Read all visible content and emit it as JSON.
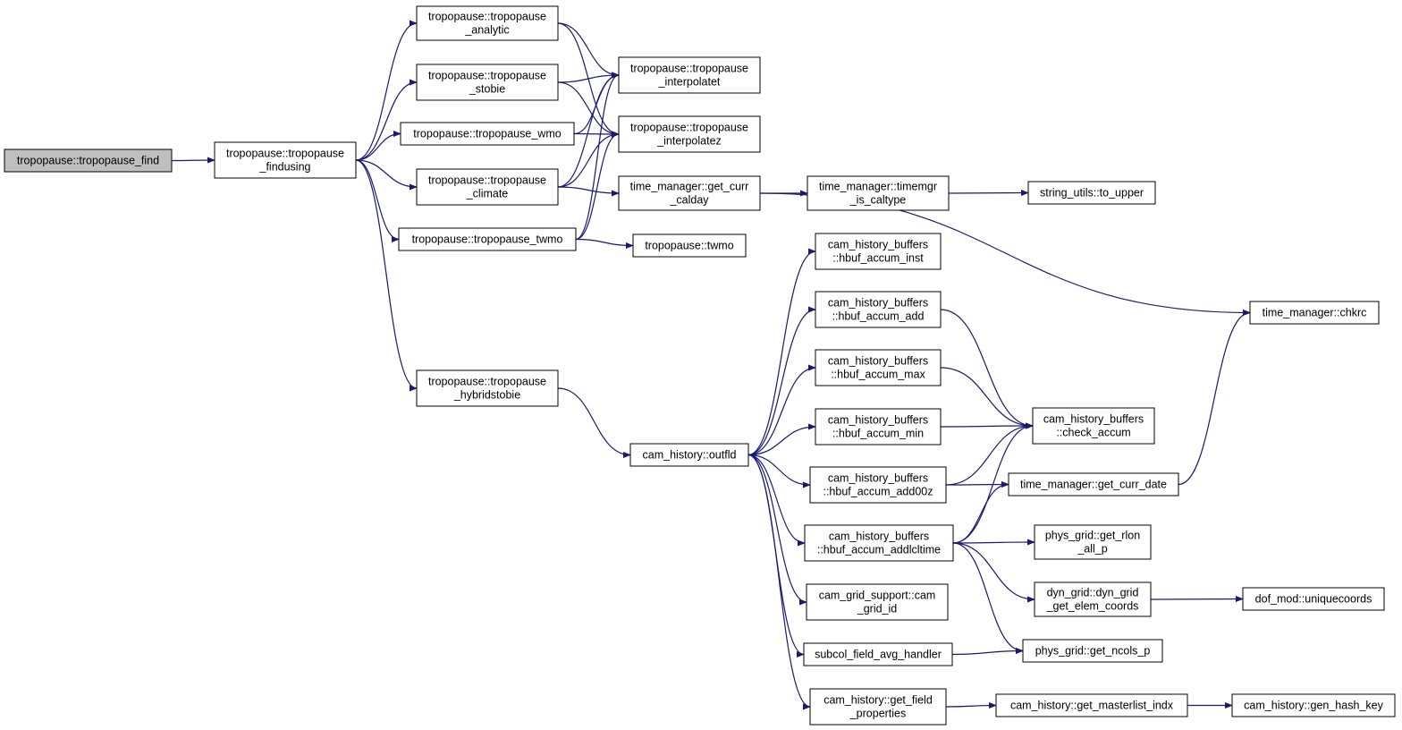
{
  "colors": {
    "edge": "#191970",
    "root_fill": "#bfbfbf",
    "node_fill": "#ffffff",
    "node_border": "#000000"
  },
  "nodes": {
    "find": [
      "tropopause::tropopause_find"
    ],
    "findusing": [
      "tropopause::tropopause",
      "_findusing"
    ],
    "analytic": [
      "tropopause::tropopause",
      "_analytic"
    ],
    "stobie": [
      "tropopause::tropopause",
      "_stobie"
    ],
    "wmo": [
      "tropopause::tropopause_wmo"
    ],
    "climate": [
      "tropopause::tropopause",
      "_climate"
    ],
    "twmo_fn": [
      "tropopause::tropopause_twmo"
    ],
    "hybrid": [
      "tropopause::tropopause",
      "_hybridstobie"
    ],
    "interp_t": [
      "tropopause::tropopause",
      "_interpolatet"
    ],
    "interp_z": [
      "tropopause::tropopause",
      "_interpolatez"
    ],
    "calday": [
      "time_manager::get_curr",
      "_calday"
    ],
    "twmo": [
      "tropopause::twmo"
    ],
    "caltype": [
      "time_manager::timemgr",
      "_is_caltype"
    ],
    "upper": [
      "string_utils::to_upper"
    ],
    "chkrc": [
      "time_manager::chkrc"
    ],
    "outfld": [
      "cam_history::outfld"
    ],
    "inst": [
      "cam_history_buffers",
      "::hbuf_accum_inst"
    ],
    "add": [
      "cam_history_buffers",
      "::hbuf_accum_add"
    ],
    "max": [
      "cam_history_buffers",
      "::hbuf_accum_max"
    ],
    "min": [
      "cam_history_buffers",
      "::hbuf_accum_min"
    ],
    "add00z": [
      "cam_history_buffers",
      "::hbuf_accum_add00z"
    ],
    "addlcl": [
      "cam_history_buffers",
      "::hbuf_accum_addlcltime"
    ],
    "gridid": [
      "cam_grid_support::cam",
      "_grid_id"
    ],
    "subcol": [
      "subcol_field_avg_handler"
    ],
    "fieldprops": [
      "cam_history::get_field",
      "_properties"
    ],
    "check": [
      "cam_history_buffers",
      "::check_accum"
    ],
    "currdate": [
      "time_manager::get_curr_date"
    ],
    "rlon": [
      "phys_grid::get_rlon",
      "_all_p"
    ],
    "elem": [
      "dyn_grid::dyn_grid",
      "_get_elem_coords"
    ],
    "ncols": [
      "phys_grid::get_ncols_p"
    ],
    "masterlist": [
      "cam_history::get_masterlist_indx"
    ],
    "unique": [
      "dof_mod::uniquecoords"
    ],
    "hash": [
      "cam_history::gen_hash_key"
    ]
  },
  "edges": [
    [
      "find",
      "findusing"
    ],
    [
      "findusing",
      "analytic"
    ],
    [
      "findusing",
      "stobie"
    ],
    [
      "findusing",
      "wmo"
    ],
    [
      "findusing",
      "climate"
    ],
    [
      "findusing",
      "twmo_fn"
    ],
    [
      "findusing",
      "hybrid"
    ],
    [
      "analytic",
      "interp_t"
    ],
    [
      "analytic",
      "interp_z"
    ],
    [
      "stobie",
      "interp_t"
    ],
    [
      "stobie",
      "interp_z"
    ],
    [
      "wmo",
      "interp_t"
    ],
    [
      "wmo",
      "interp_z"
    ],
    [
      "climate",
      "interp_t"
    ],
    [
      "climate",
      "interp_z"
    ],
    [
      "climate",
      "calday"
    ],
    [
      "twmo_fn",
      "interp_t"
    ],
    [
      "twmo_fn",
      "interp_z"
    ],
    [
      "twmo_fn",
      "twmo"
    ],
    [
      "calday",
      "caltype"
    ],
    [
      "calday",
      "chkrc"
    ],
    [
      "caltype",
      "upper"
    ],
    [
      "hybrid",
      "outfld"
    ],
    [
      "outfld",
      "inst"
    ],
    [
      "outfld",
      "add"
    ],
    [
      "outfld",
      "max"
    ],
    [
      "outfld",
      "min"
    ],
    [
      "outfld",
      "add00z"
    ],
    [
      "outfld",
      "addlcl"
    ],
    [
      "outfld",
      "gridid"
    ],
    [
      "outfld",
      "subcol"
    ],
    [
      "outfld",
      "fieldprops"
    ],
    [
      "add",
      "check"
    ],
    [
      "max",
      "check"
    ],
    [
      "min",
      "check"
    ],
    [
      "add00z",
      "check"
    ],
    [
      "add00z",
      "currdate"
    ],
    [
      "addlcl",
      "check"
    ],
    [
      "addlcl",
      "currdate"
    ],
    [
      "addlcl",
      "rlon"
    ],
    [
      "addlcl",
      "elem"
    ],
    [
      "addlcl",
      "ncols"
    ],
    [
      "currdate",
      "chkrc"
    ],
    [
      "elem",
      "unique"
    ],
    [
      "subcol",
      "ncols"
    ],
    [
      "fieldprops",
      "masterlist"
    ],
    [
      "masterlist",
      "hash"
    ]
  ]
}
